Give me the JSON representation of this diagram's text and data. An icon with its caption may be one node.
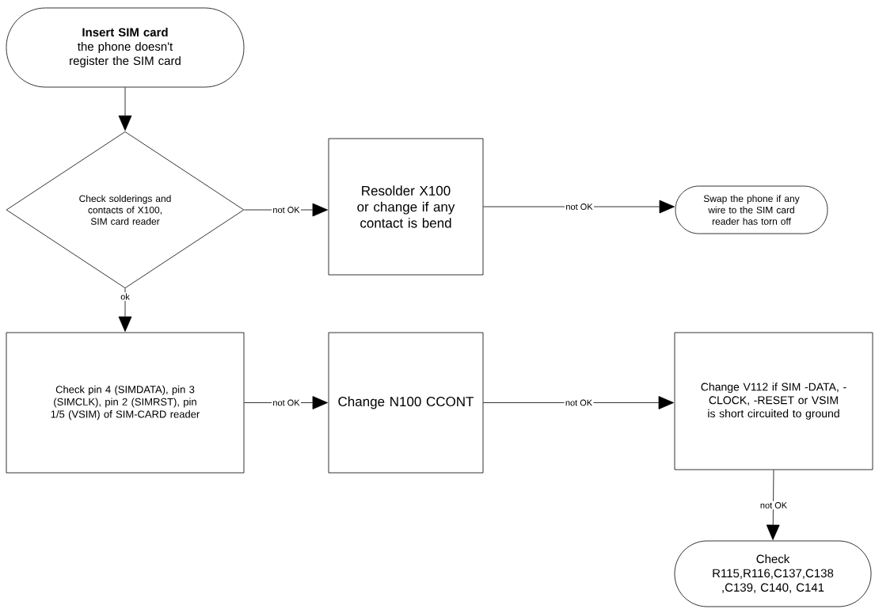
{
  "diagram": {
    "nodes": [
      {
        "text": [
          "Insert SIM card",
          "the phone doesn't register the SIM card"
        ]
      },
      {
        "text": [
          "Check solderings and contacts of X100, SIM card reader"
        ]
      },
      {
        "text": [
          "Resolder X100 or change if any contact is bend"
        ]
      },
      {
        "text": [
          "Swap the phone if any wire to the SIM card reader has torn off"
        ]
      },
      {
        "text": [
          "Check pin 4 (SIMDATA), pin 3 (SIMCLK), pin 2 (SIMRST), pin 1/5 (VSIM) of SIM-CARD reader"
        ]
      },
      {
        "text": [
          "Change N100 CCONT"
        ]
      },
      {
        "text": [
          "Change V112 if SIM -DATA, -CLOCK, -RESET or VSIM is short circuited to ground"
        ]
      },
      {
        "text": [
          "Check R115,R116,C137,C138 ,C139, C140, C141"
        ]
      }
    ],
    "edges": [
      {
        "from": 0,
        "to": 1,
        "arrow": "to"
      },
      {
        "from": 1,
        "to": 2,
        "arrow": "to",
        "label": "not OK"
      },
      {
        "from": 2,
        "to": 3,
        "arrow": "to",
        "label": "not OK"
      },
      {
        "from": 1,
        "to": 4,
        "arrow": "to",
        "label": "ok"
      },
      {
        "from": 4,
        "to": 5,
        "arrow": "to",
        "label": "not OK"
      },
      {
        "from": 5,
        "to": 6,
        "arrow": "to",
        "label": "not OK"
      },
      {
        "from": 6,
        "to": 7,
        "arrow": "to",
        "label": "not OK"
      }
    ]
  }
}
